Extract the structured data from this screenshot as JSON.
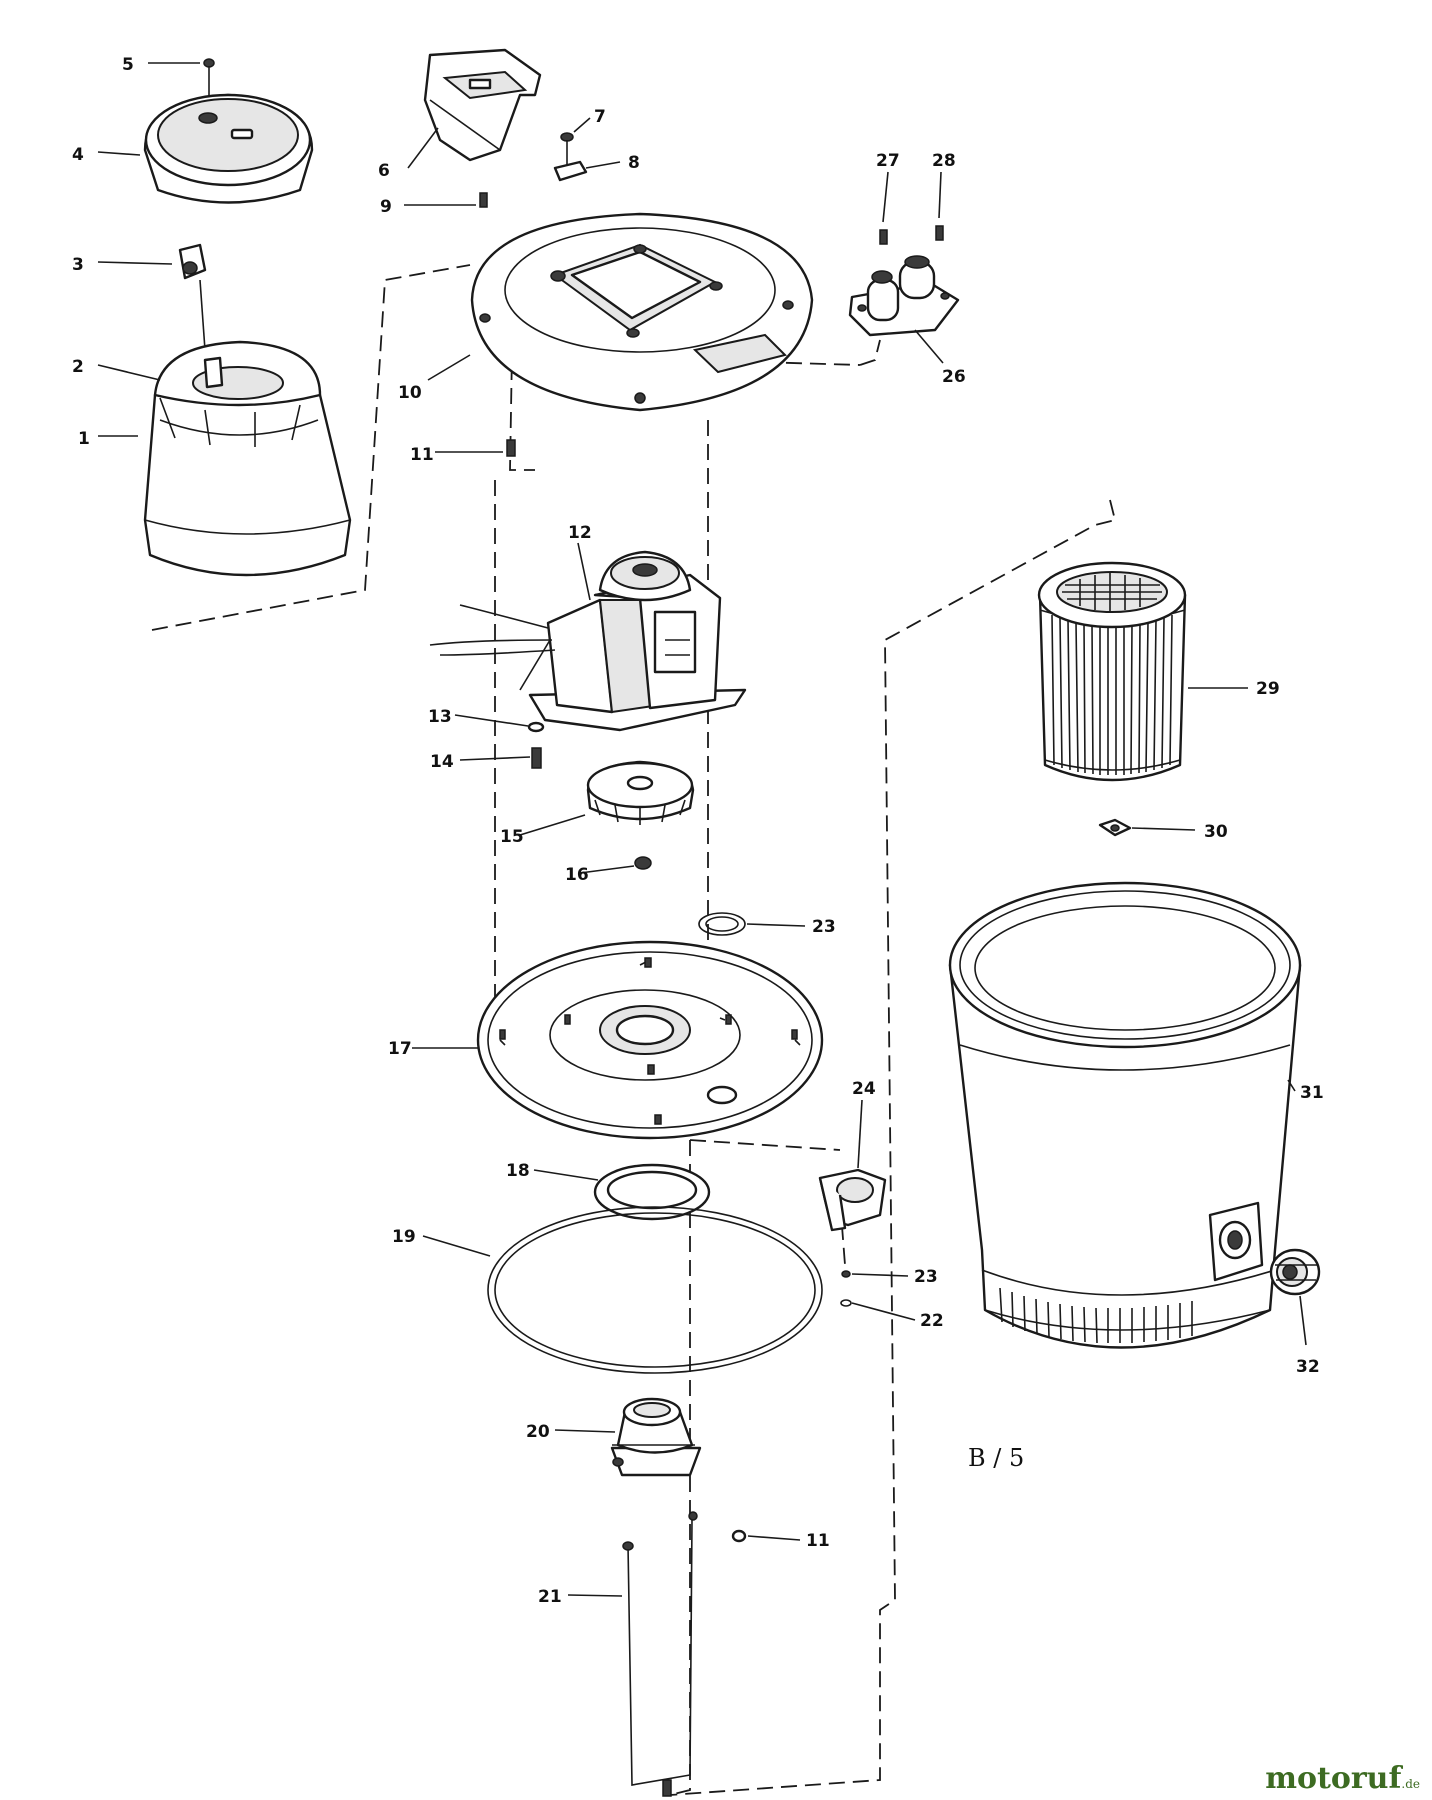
{
  "diagram": {
    "callouts": [
      {
        "id": "c5",
        "text": "5"
      },
      {
        "id": "c4",
        "text": "4"
      },
      {
        "id": "c3",
        "text": "3"
      },
      {
        "id": "c2",
        "text": "2"
      },
      {
        "id": "c1",
        "text": "1"
      },
      {
        "id": "c6",
        "text": "6"
      },
      {
        "id": "c7",
        "text": "7"
      },
      {
        "id": "c8",
        "text": "8"
      },
      {
        "id": "c9",
        "text": "9"
      },
      {
        "id": "c10",
        "text": "10"
      },
      {
        "id": "c11a",
        "text": "11"
      },
      {
        "id": "c27",
        "text": "27"
      },
      {
        "id": "c28",
        "text": "28"
      },
      {
        "id": "c26",
        "text": "26"
      },
      {
        "id": "c12",
        "text": "12"
      },
      {
        "id": "c13",
        "text": "13"
      },
      {
        "id": "c14",
        "text": "14"
      },
      {
        "id": "c15",
        "text": "15"
      },
      {
        "id": "c16",
        "text": "16"
      },
      {
        "id": "c23a",
        "text": "23"
      },
      {
        "id": "c17",
        "text": "17"
      },
      {
        "id": "c24",
        "text": "24"
      },
      {
        "id": "c18",
        "text": "18"
      },
      {
        "id": "c19",
        "text": "19"
      },
      {
        "id": "c23b",
        "text": "23"
      },
      {
        "id": "c22",
        "text": "22"
      },
      {
        "id": "c20",
        "text": "20"
      },
      {
        "id": "c11b",
        "text": "11"
      },
      {
        "id": "c21",
        "text": "21"
      },
      {
        "id": "c29",
        "text": "29"
      },
      {
        "id": "c30",
        "text": "30"
      },
      {
        "id": "c31",
        "text": "31"
      },
      {
        "id": "c32",
        "text": "32"
      }
    ],
    "sheet_label": "B / 5"
  },
  "watermark": {
    "name": "motoruf",
    "tld": ".de",
    "color": "#3d6b22"
  }
}
